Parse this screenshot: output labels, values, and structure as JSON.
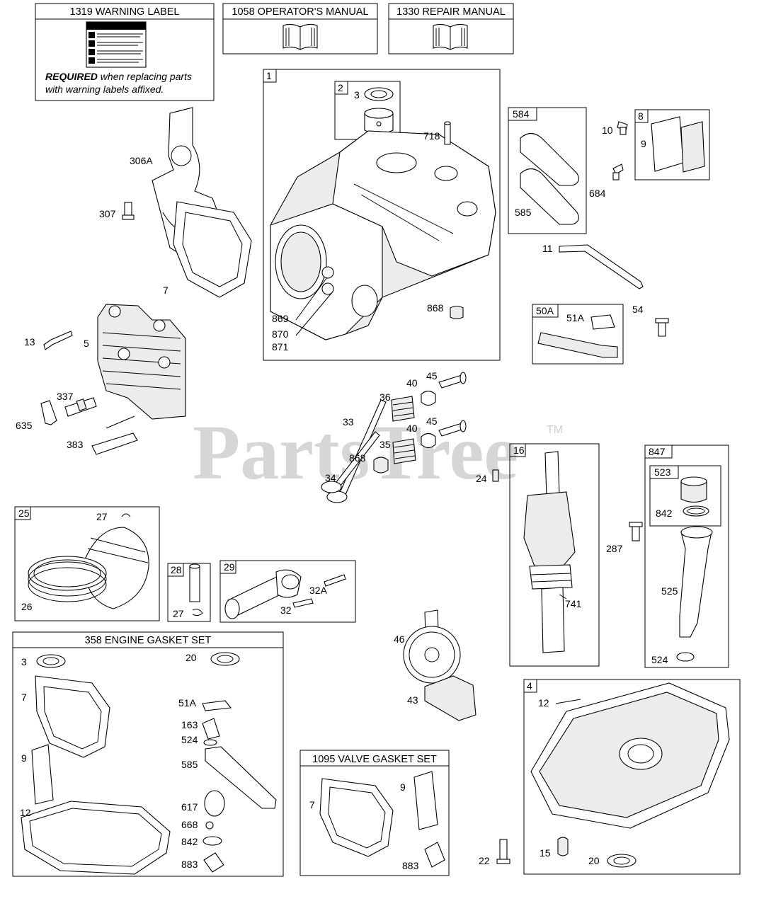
{
  "header_boxes": {
    "warning_label": "1319 WARNING LABEL",
    "warning_word": "WARNING",
    "required_bold": "REQUIRED",
    "required_rest": " when replacing parts",
    "required_line2": "with warning labels affixed.",
    "operators_manual": "1058 OPERATOR'S MANUAL",
    "repair_manual": "1330 REPAIR MANUAL"
  },
  "kit_boxes": {
    "engine_gasket_set": "358 ENGINE GASKET SET",
    "valve_gasket_set": "1095 VALVE GASKET SET"
  },
  "group_tags": [
    "1",
    "2",
    "584",
    "8",
    "50A",
    "16",
    "847",
    "523",
    "25",
    "28",
    "29",
    "4"
  ],
  "callouts": {
    "c306A": "306A",
    "c307": "307",
    "c7a": "7",
    "c13": "13",
    "c5": "5",
    "c337": "337",
    "c635": "635",
    "c383": "383",
    "c3a": "3",
    "c718": "718",
    "c869": "869",
    "c870": "870",
    "c871": "871",
    "c868a": "868",
    "c10": "10",
    "c9a": "9",
    "c684": "684",
    "c585a": "585",
    "c11": "11",
    "c51Aa": "51A",
    "c54": "54",
    "c45a": "45",
    "c40a": "40",
    "c36": "36",
    "c33": "33",
    "c45b": "45",
    "c40b": "40",
    "c35": "35",
    "c868b": "868",
    "c34": "34",
    "c24": "24",
    "c741": "741",
    "c842a": "842",
    "c287": "287",
    "c525": "525",
    "c524a": "524",
    "c27a": "27",
    "c26": "26",
    "c27b": "27",
    "c32A": "32A",
    "c32": "32",
    "c46": "46",
    "c43": "43",
    "c12a": "12",
    "c15": "15",
    "c20a": "20",
    "c22": "22",
    "c3b": "3",
    "c20b": "20",
    "c7b": "7",
    "c51Ab": "51A",
    "c163": "163",
    "c524b": "524",
    "c9b": "9",
    "c585b": "585",
    "c12b": "12",
    "c617": "617",
    "c668": "668",
    "c842b": "842",
    "c883a": "883",
    "c7c": "7",
    "c9c": "9",
    "c883b": "883"
  },
  "watermark": {
    "brand": "PartsTree",
    "trademark": "TM"
  }
}
